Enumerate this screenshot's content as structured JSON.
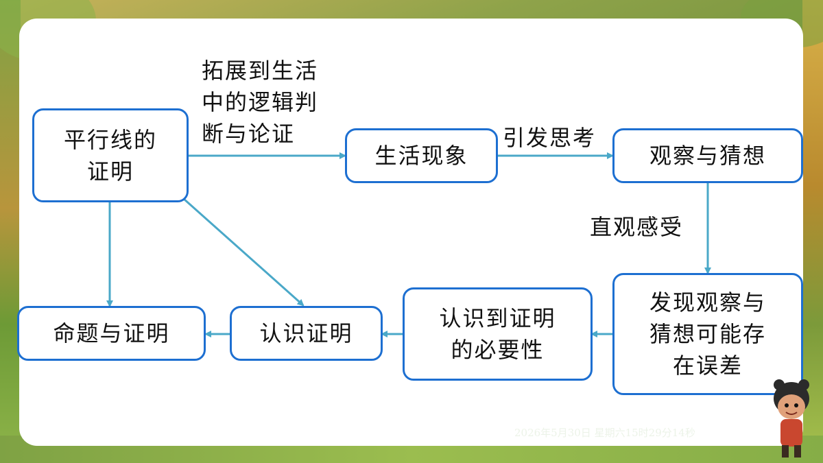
{
  "nodes": {
    "parallel_proof": "平行线的\n证明",
    "life_phenomena": "生活现象",
    "observe_guess": "观察与猜想",
    "find_errors": "发现观察与\n猜想可能存\n在误差",
    "necessity": "认识到证明\n的必要性",
    "know_proof": "认识证明",
    "proposition_proof": "命题与证明"
  },
  "edge_labels": {
    "extend_to_life": "拓展到生活\n中的逻辑判\n断与论证",
    "trigger_thinking": "引发思考",
    "intuitive_feeling": "直观感受"
  },
  "timestamp": "2026年5月30日 星期六15时29分14秒",
  "colors": {
    "node_border": "#1d6fd1",
    "arrow": "#4aa8c8",
    "panel": "#ffffff"
  }
}
